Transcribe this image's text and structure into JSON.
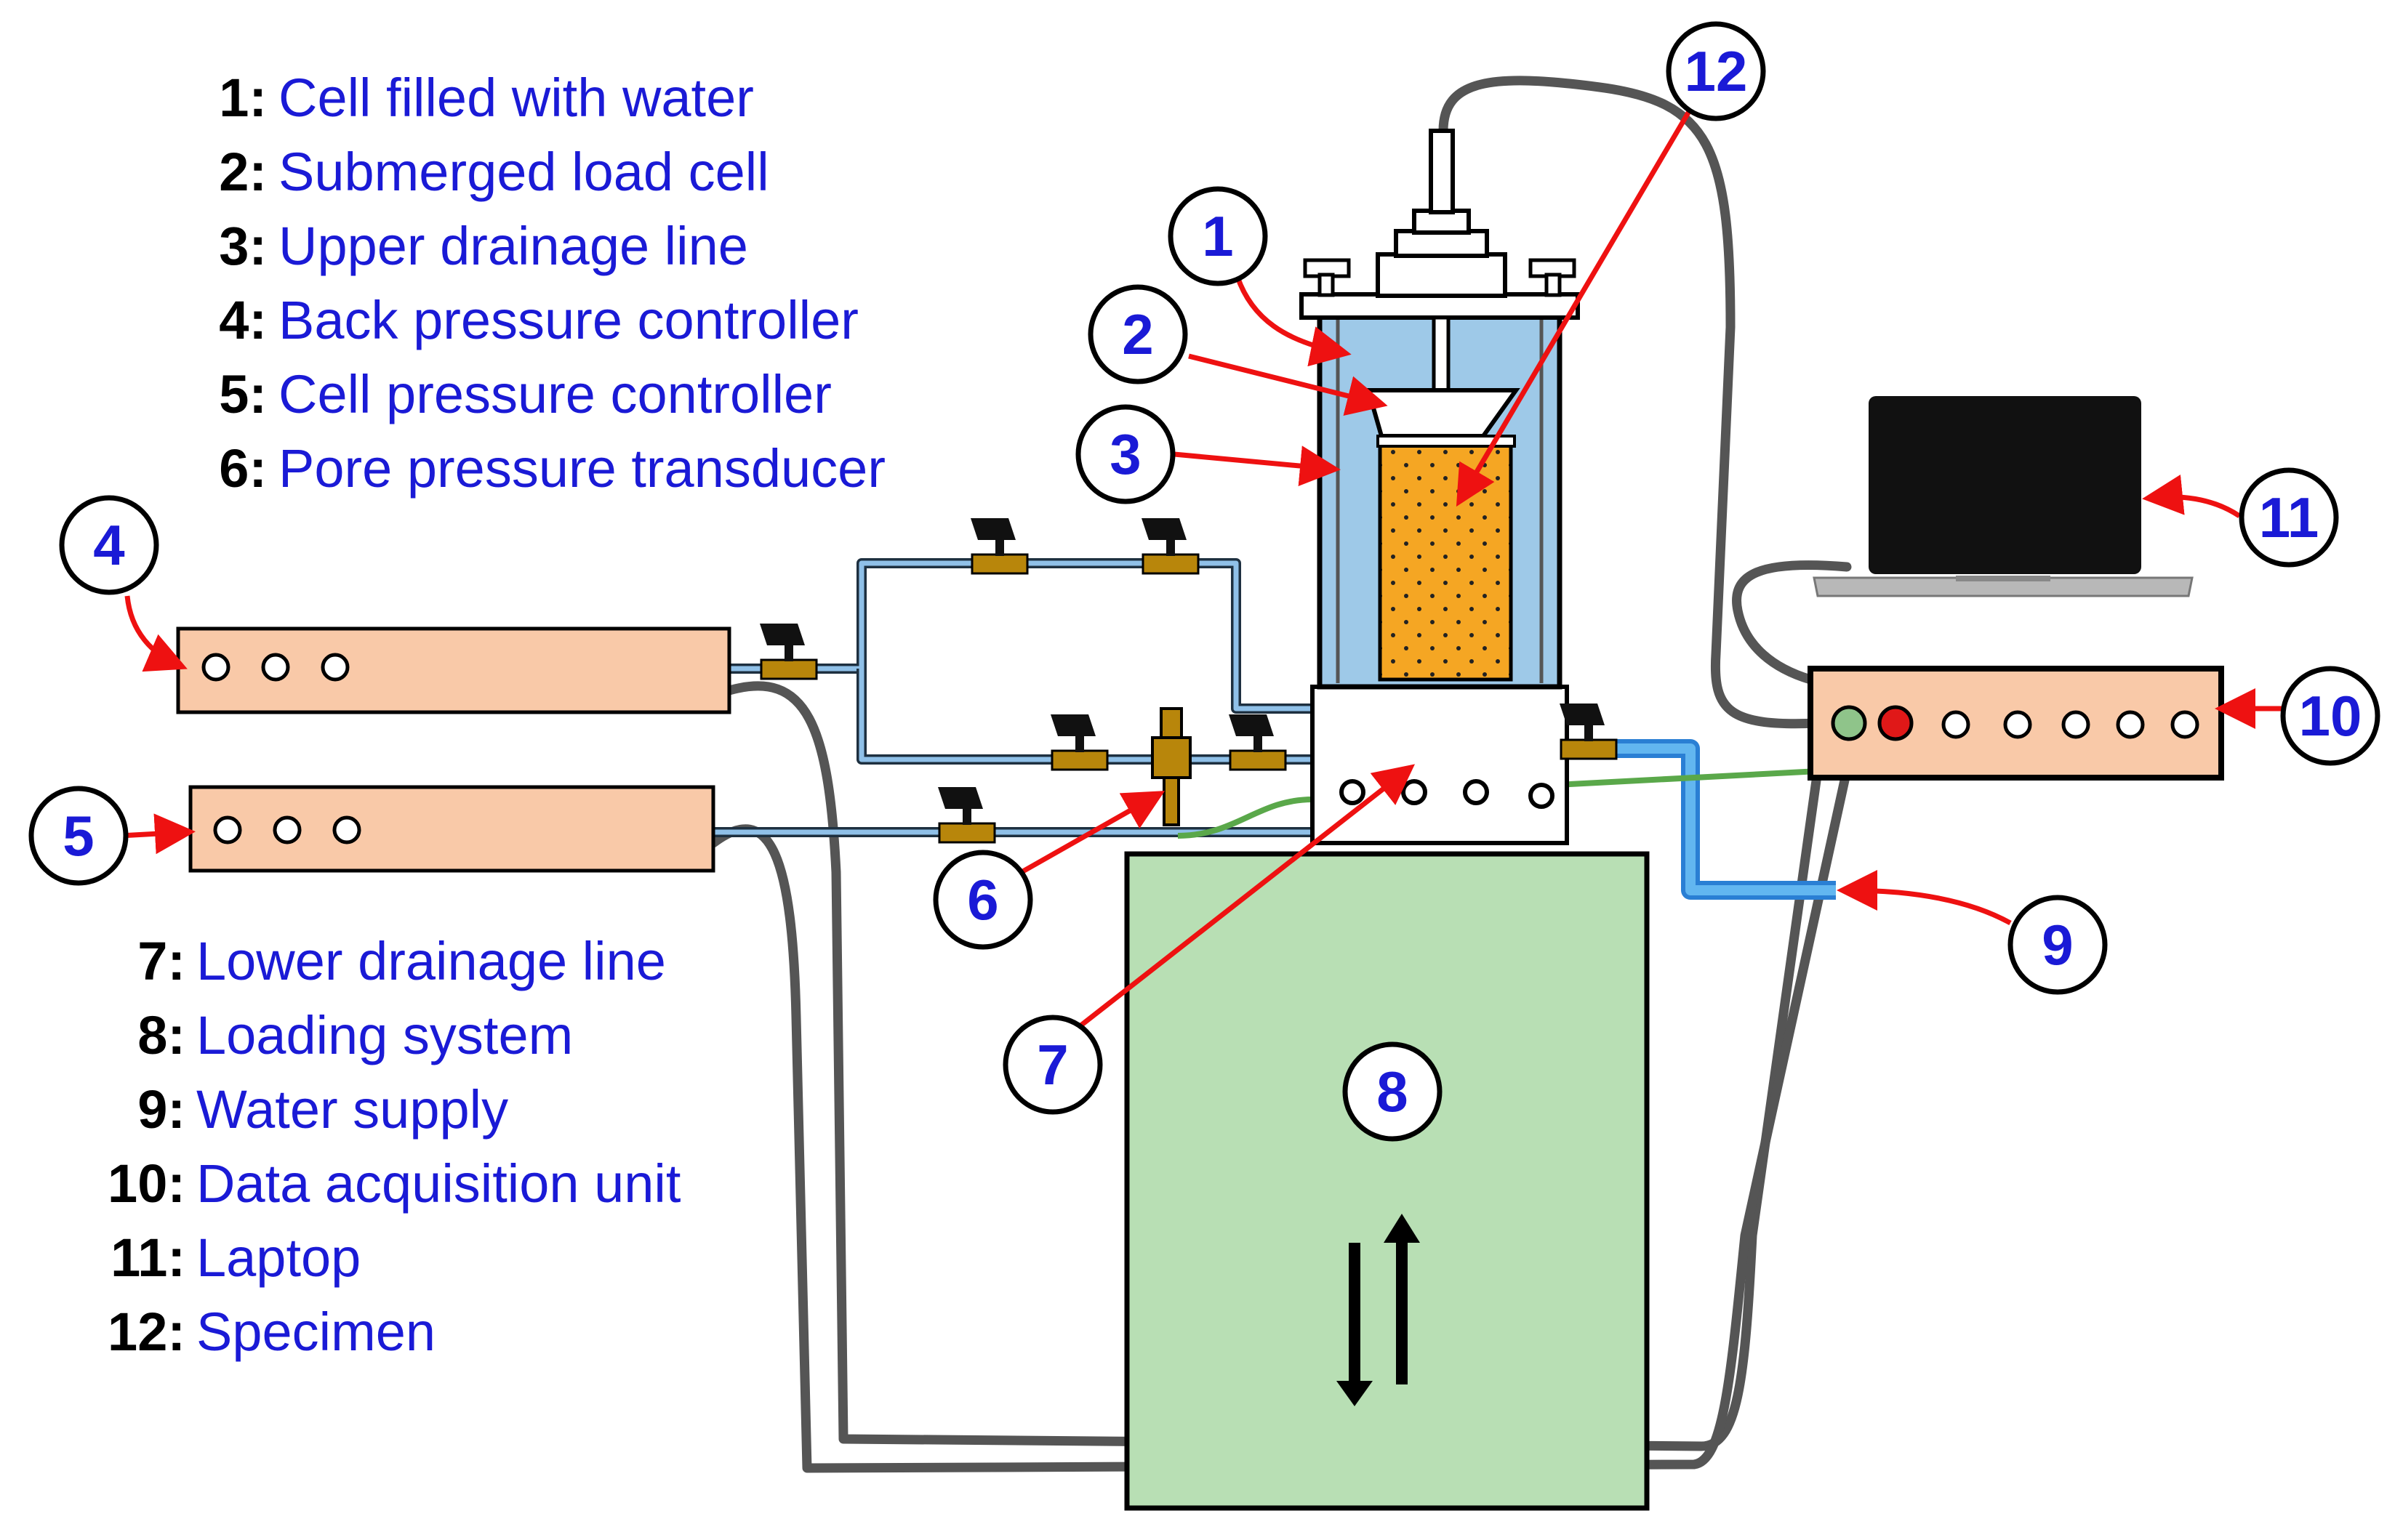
{
  "legend_top": [
    {
      "num": "1:",
      "text": "Cell filled with water"
    },
    {
      "num": "2:",
      "text": "Submerged load cell"
    },
    {
      "num": "3:",
      "text": "Upper drainage line"
    },
    {
      "num": "4:",
      "text": "Back pressure controller"
    },
    {
      "num": "5:",
      "text": "Cell pressure controller"
    },
    {
      "num": "6:",
      "text": "Pore pressure transducer"
    }
  ],
  "legend_bottom": [
    {
      "num": "7:",
      "text": "Lower drainage line"
    },
    {
      "num": "8:",
      "text": "Loading system"
    },
    {
      "num": "9:",
      "text": "Water supply"
    },
    {
      "num": "10:",
      "text": "Data acquisition unit"
    },
    {
      "num": "11:",
      "text": "Laptop"
    },
    {
      "num": "12:",
      "text": "Specimen"
    }
  ],
  "callouts": [
    "1",
    "2",
    "3",
    "4",
    "5",
    "6",
    "7",
    "8",
    "9",
    "10",
    "11",
    "12"
  ],
  "colors": {
    "legend_text": "#1a1ad6",
    "arrow": "#ee1111",
    "controller": "#f9c9a8",
    "loading_frame": "#b8dfb4",
    "cell_water": "#9ec9e8",
    "specimen": "#f5a623",
    "valve_brass": "#b8860b",
    "cable": "#555555"
  }
}
